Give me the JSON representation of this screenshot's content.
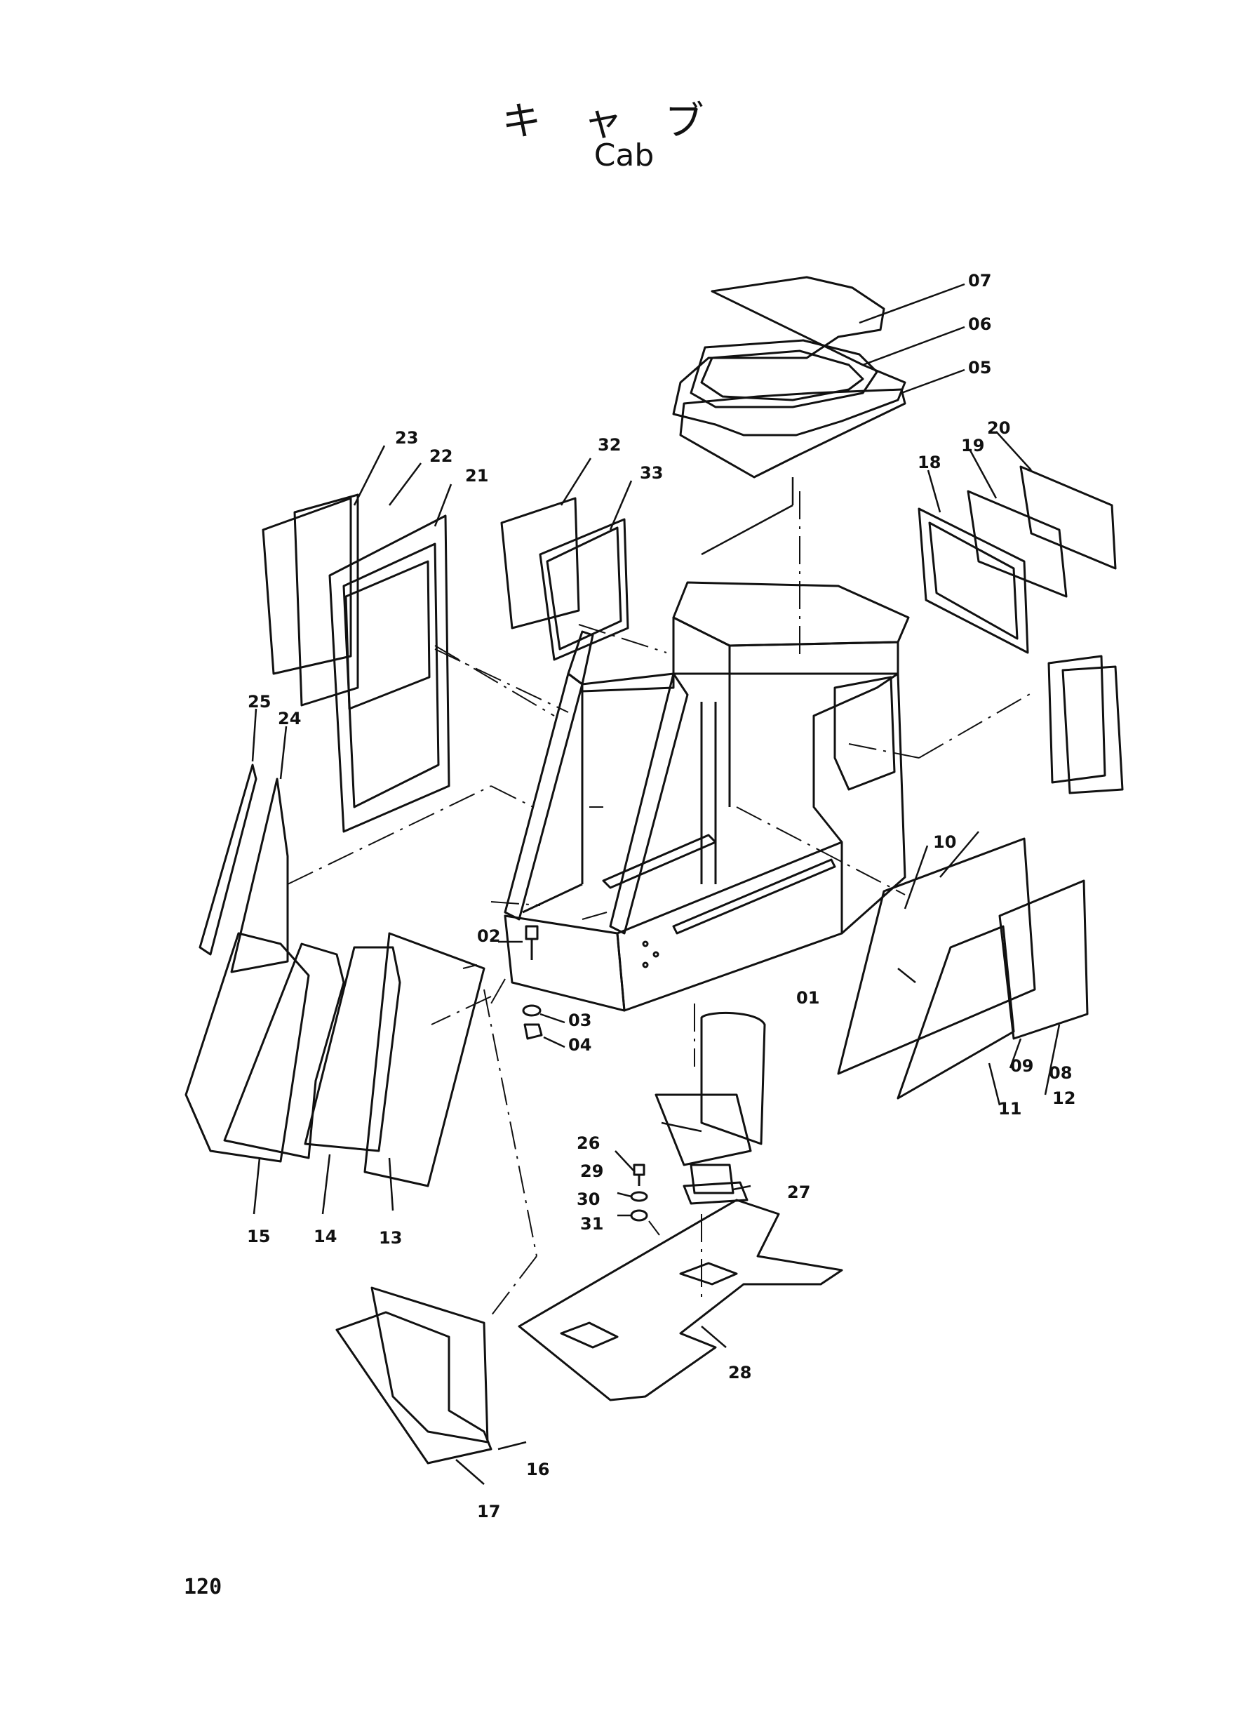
{
  "title_jp": "キャブ",
  "title_en": "Cab",
  "page_number": "120",
  "callouts": [
    "01",
    "02",
    "03",
    "04",
    "05",
    "06",
    "07",
    "08",
    "09",
    "10",
    "11",
    "12",
    "13",
    "14",
    "15",
    "16",
    "17",
    "18",
    "19",
    "20",
    "21",
    "22",
    "23",
    "24",
    "25",
    "26",
    "27",
    "28",
    "29",
    "30",
    "31",
    "32",
    "33"
  ]
}
